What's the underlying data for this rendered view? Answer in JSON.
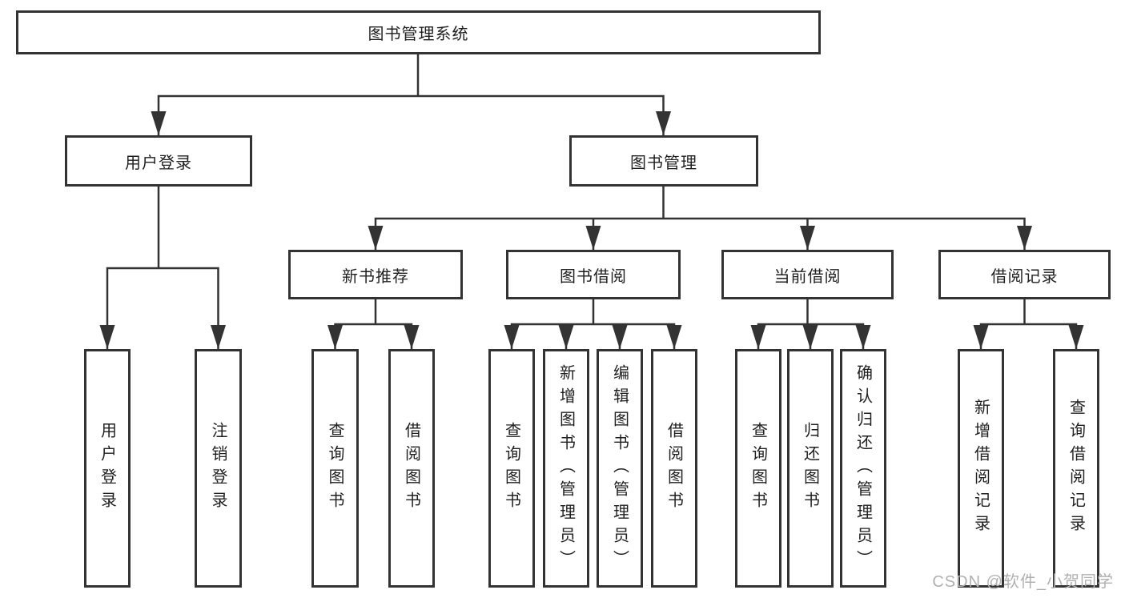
{
  "tree": {
    "label": "图书管理系统",
    "children": [
      {
        "label": "用户登录",
        "children": [
          {
            "label": "用户登录"
          },
          {
            "label": "注销登录"
          }
        ]
      },
      {
        "label": "图书管理",
        "children": [
          {
            "label": "新书推荐",
            "children": [
              {
                "label": "查询图书"
              },
              {
                "label": "借阅图书"
              }
            ]
          },
          {
            "label": "图书借阅",
            "children": [
              {
                "label": "查询图书"
              },
              {
                "label": "新增图书（管理员）"
              },
              {
                "label": "编辑图书（管理员）"
              },
              {
                "label": "借阅图书"
              }
            ]
          },
          {
            "label": "当前借阅",
            "children": [
              {
                "label": "查询图书"
              },
              {
                "label": "归还图书"
              },
              {
                "label": "确认归还（管理员）"
              }
            ]
          },
          {
            "label": "借阅记录",
            "children": [
              {
                "label": "新增借阅记录"
              },
              {
                "label": "查询借阅记录"
              }
            ]
          }
        ]
      }
    ]
  },
  "watermark": "CSDN @软件_小贺同学",
  "colors": {
    "line": "#333333",
    "text": "#1f1f1f",
    "background": "#ffffff",
    "watermark": "#b0b0b0"
  }
}
